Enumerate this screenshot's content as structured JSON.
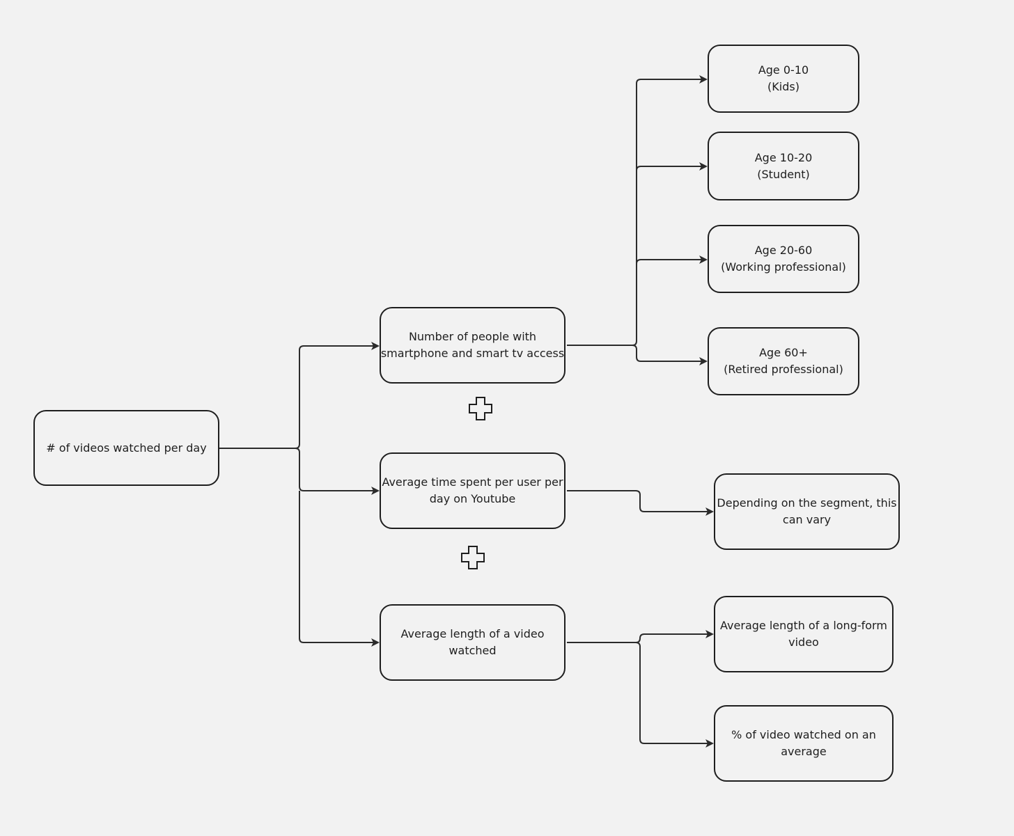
{
  "nodes": {
    "root": {
      "text": "# of videos watched per day"
    },
    "people": {
      "text": "Number of people with smartphone and smart tv access",
      "lines": [
        "Number of people with",
        "smartphone and smart tv access"
      ]
    },
    "time": {
      "text": "Average time spent per user per day on Youtube",
      "lines": [
        "Average time spent per user per",
        "day on Youtube"
      ]
    },
    "length": {
      "text": "Average length of a video watched",
      "lines": [
        "Average length of a video",
        "watched"
      ]
    },
    "age_kids": {
      "lines": [
        "Age 0-10",
        "(Kids)"
      ]
    },
    "age_student": {
      "lines": [
        "Age 10-20",
        "(Student)"
      ]
    },
    "age_working": {
      "lines": [
        "Age 20-60",
        "(Working professional)"
      ]
    },
    "age_retired": {
      "lines": [
        "Age 60+",
        "(Retired professional)"
      ]
    },
    "segment": {
      "lines": [
        "Depending on the segment, this",
        "can vary"
      ]
    },
    "long_form": {
      "lines": [
        "Average length of a long-form",
        "video"
      ]
    },
    "pct_watched": {
      "lines": [
        "% of video watched on an",
        "average"
      ]
    }
  },
  "operators": [
    "plus",
    "plus"
  ],
  "colors": {
    "background": "#f2f2f2",
    "stroke": "#1e1e1e",
    "connector": "#2b2b2b"
  }
}
